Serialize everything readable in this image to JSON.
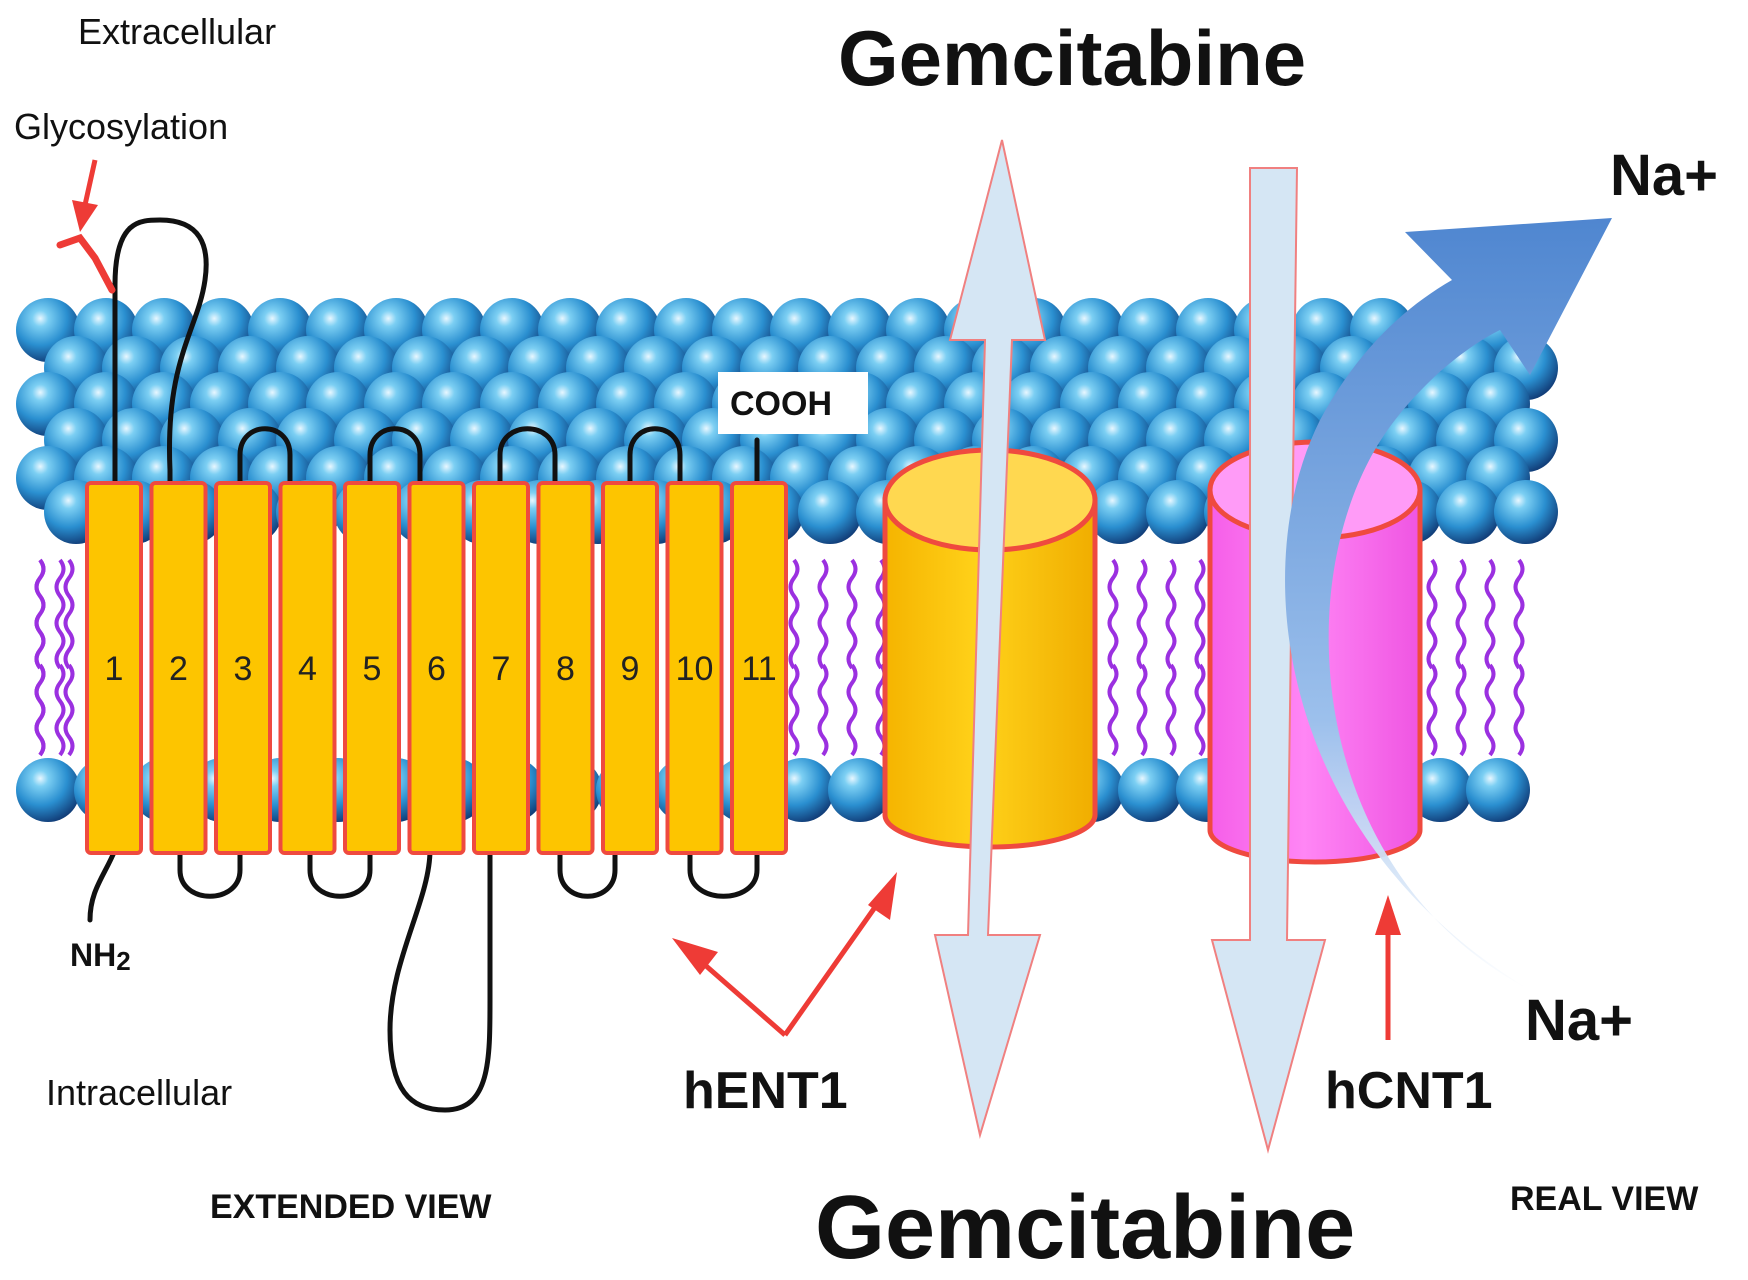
{
  "labels": {
    "extracellular": "Extracellular",
    "glycosylation": "Glycosylation",
    "intracellular": "Intracellular",
    "nh2": "NH",
    "nh2_sub": "2",
    "cooh": "COOH",
    "gemcitabine_top": "Gemcitabine",
    "gemcitabine_bottom": "Gemcitabine",
    "na_top": "Na+",
    "na_bottom": "Na+",
    "hent1": "hENT1",
    "hcnt1": "hCNT1",
    "extended_view": "EXTENDED VIEW",
    "real_view": "REAL VIEW"
  },
  "segments": [
    "1",
    "2",
    "3",
    "4",
    "5",
    "6",
    "7",
    "8",
    "9",
    "10",
    "11"
  ],
  "colors": {
    "segment_fill": "#fdc500",
    "segment_stroke": "#ef4a3f",
    "hent1_fill": "#fdc500",
    "hcnt1_fill": "#ff70f2",
    "arrow_fill": "#d5e6f4",
    "arrow_stroke": "#f08080",
    "na_arrow": "#5b8fd3",
    "red_arrow": "#ee3b36",
    "lipid_tail": "#9b30e0",
    "head_light": "#6fc6ee",
    "head_dark": "#1c4e8c"
  }
}
